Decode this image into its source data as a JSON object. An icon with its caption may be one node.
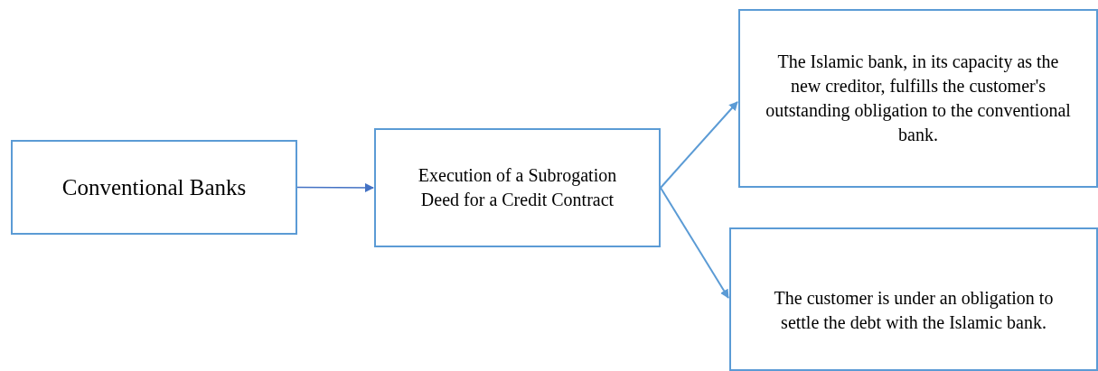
{
  "diagram": {
    "nodes": [
      {
        "text": [
          "Conventional Banks"
        ]
      },
      {
        "text": [
          "Execution of a Subrogation Deed for a Credit Contract"
        ]
      },
      {
        "text": [
          "The Islamic bank, in its capacity as the new creditor, fulfills the customer's outstanding obligation to the conventional bank."
        ]
      },
      {
        "text": [
          "The customer is under an obligation to settle the debt with the Islamic bank."
        ]
      }
    ],
    "edges": [
      {
        "from": 0,
        "to": 1,
        "arrow": "to",
        "color": "#4472c4"
      },
      {
        "from": 1,
        "to": 2,
        "arrow": "to"
      },
      {
        "from": 1,
        "to": 3,
        "arrow": "to"
      }
    ]
  }
}
